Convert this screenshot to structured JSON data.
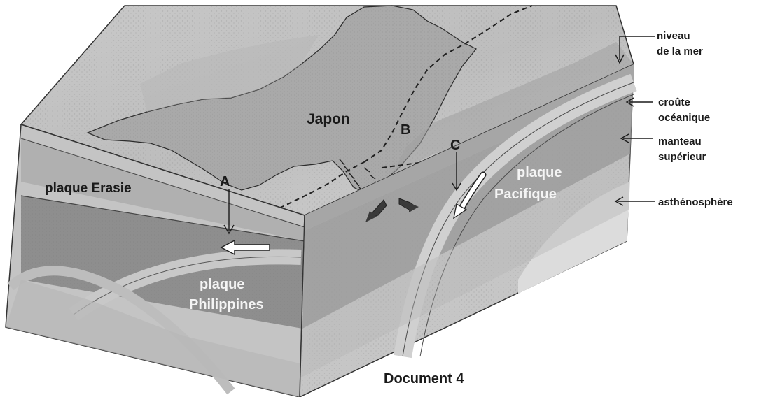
{
  "diagram": {
    "caption": "Document 4",
    "labels": {
      "japon": "Japon",
      "plaque_erasie": "plaque Erasie",
      "plaque_philippines_line1": "plaque",
      "plaque_philippines_line2": "Philippines",
      "plaque_pacifique_line1": "plaque",
      "plaque_pacifique_line2": "Pacifique",
      "point_a": "A",
      "point_b": "B",
      "point_c": "C"
    },
    "legend": {
      "niveau_line1": "niveau",
      "niveau_line2": "de la mer",
      "croute_line1": "croûte",
      "croute_line2": "océanique",
      "manteau_line1": "manteau",
      "manteau_line2": "supérieur",
      "asthenosphere": "asthénosphère"
    }
  }
}
